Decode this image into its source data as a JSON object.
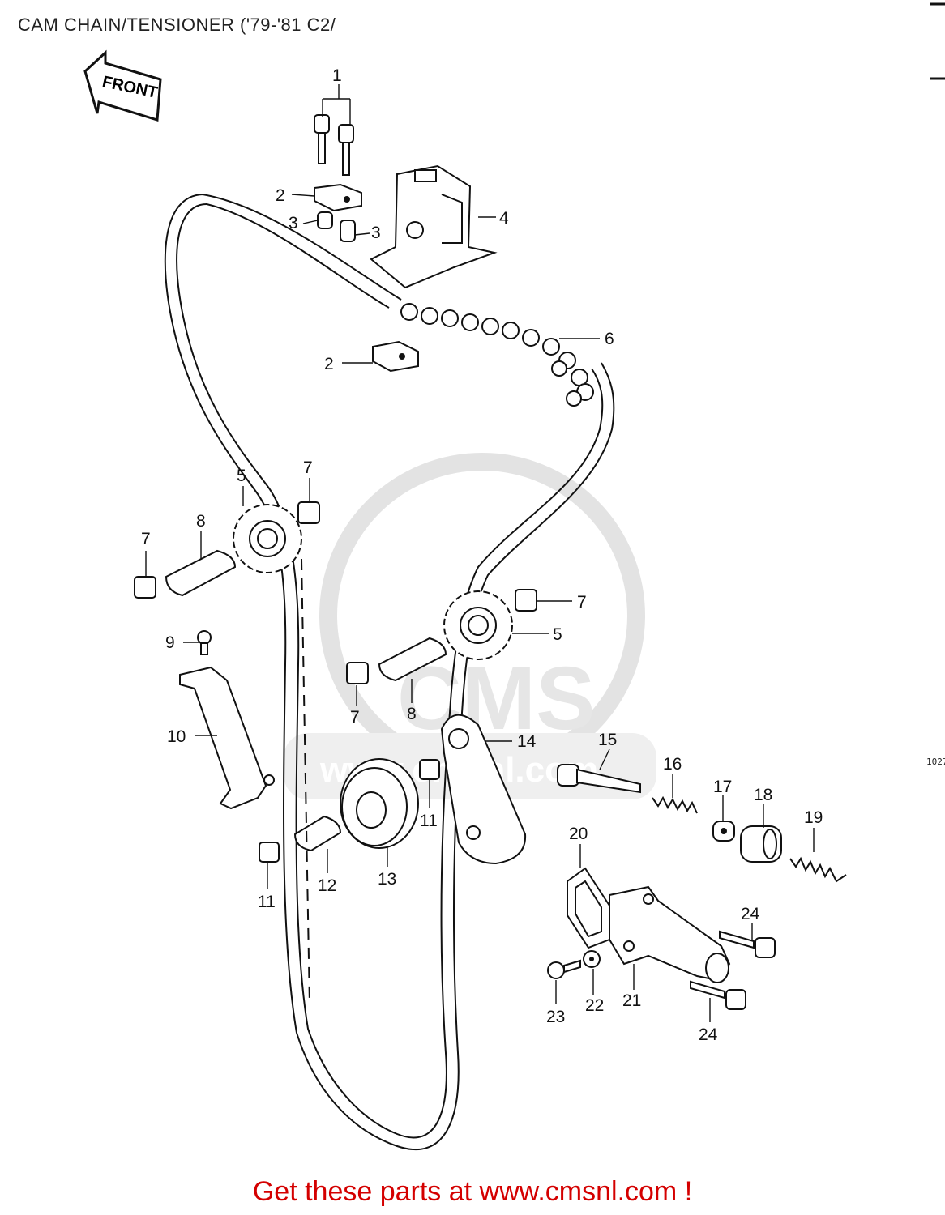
{
  "title": "CAM CHAIN/TENSIONER ('79-'81 C2/",
  "front_arrow_text": "FRONT",
  "footer": "Get these parts at www.cmsnl.com !",
  "side_code": "1027",
  "watermark": {
    "logo_text": "CMS",
    "url_text": "www.cmsnl.com"
  },
  "callouts": [
    {
      "id": "c1",
      "number": "1"
    },
    {
      "id": "c2a",
      "number": "2"
    },
    {
      "id": "c2b",
      "number": "2"
    },
    {
      "id": "c3a",
      "number": "3"
    },
    {
      "id": "c3b",
      "number": "3"
    },
    {
      "id": "c4",
      "number": "4"
    },
    {
      "id": "c5a",
      "number": "5"
    },
    {
      "id": "c5b",
      "number": "5"
    },
    {
      "id": "c6",
      "number": "6"
    },
    {
      "id": "c7a",
      "number": "7"
    },
    {
      "id": "c7b",
      "number": "7"
    },
    {
      "id": "c7c",
      "number": "7"
    },
    {
      "id": "c7d",
      "number": "7"
    },
    {
      "id": "c8a",
      "number": "8"
    },
    {
      "id": "c8b",
      "number": "8"
    },
    {
      "id": "c9",
      "number": "9"
    },
    {
      "id": "c10",
      "number": "10"
    },
    {
      "id": "c11a",
      "number": "11"
    },
    {
      "id": "c11b",
      "number": "11"
    },
    {
      "id": "c12",
      "number": "12"
    },
    {
      "id": "c13",
      "number": "13"
    },
    {
      "id": "c14",
      "number": "14"
    },
    {
      "id": "c15",
      "number": "15"
    },
    {
      "id": "c16",
      "number": "16"
    },
    {
      "id": "c17",
      "number": "17"
    },
    {
      "id": "c18",
      "number": "18"
    },
    {
      "id": "c19",
      "number": "19"
    },
    {
      "id": "c20",
      "number": "20"
    },
    {
      "id": "c21",
      "number": "21"
    },
    {
      "id": "c22",
      "number": "22"
    },
    {
      "id": "c23",
      "number": "23"
    },
    {
      "id": "c24a",
      "number": "24"
    },
    {
      "id": "c24b",
      "number": "24"
    }
  ]
}
